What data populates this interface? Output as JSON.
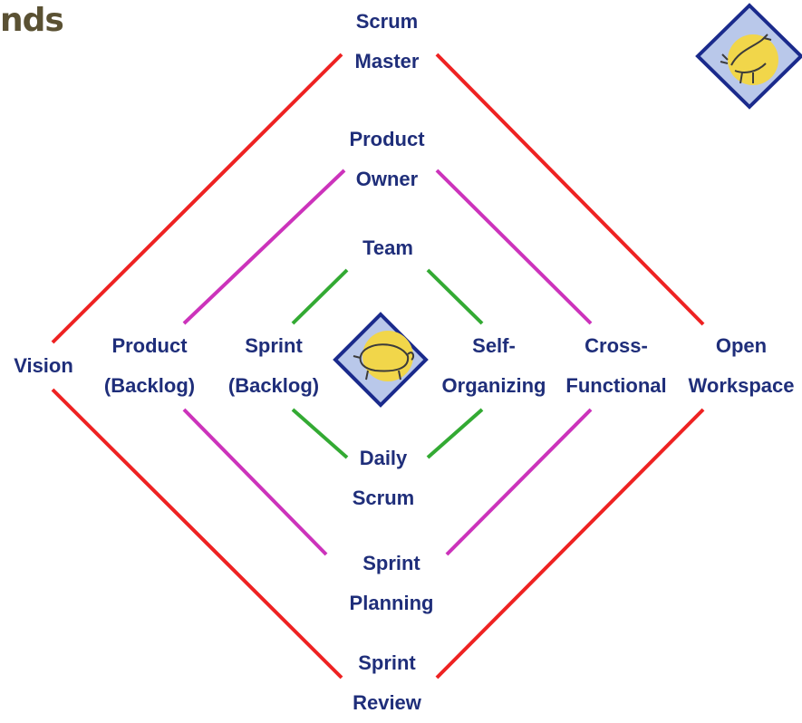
{
  "heading": "nds",
  "colors": {
    "outer": "#ee2222",
    "middle": "#cc33bb",
    "inner": "#33aa33",
    "label": "#1f2e7a",
    "badge_fill": "#b9c8ea",
    "badge_border": "#1a2a8c",
    "badge_sun": "#f1d64a"
  },
  "icons": {
    "top_right": "rooster-icon",
    "center": "pig-icon"
  },
  "outer_ring": {
    "top": [
      "Scrum",
      "Master"
    ],
    "left": [
      "Vision"
    ],
    "right": [
      "Open",
      "Workspace"
    ],
    "bottom": [
      "Sprint",
      "Review"
    ]
  },
  "middle_ring": {
    "top": [
      "Product",
      "Owner"
    ],
    "left": [
      "Product",
      "(Backlog)"
    ],
    "right": [
      "Cross-",
      "Functional"
    ],
    "bottom": [
      "Sprint",
      "Planning"
    ]
  },
  "inner_ring": {
    "top": [
      "Team"
    ],
    "left": [
      "Sprint",
      "(Backlog)"
    ],
    "right": [
      "Self-",
      "Organizing"
    ],
    "bottom": [
      "Daily",
      "Scrum"
    ]
  }
}
